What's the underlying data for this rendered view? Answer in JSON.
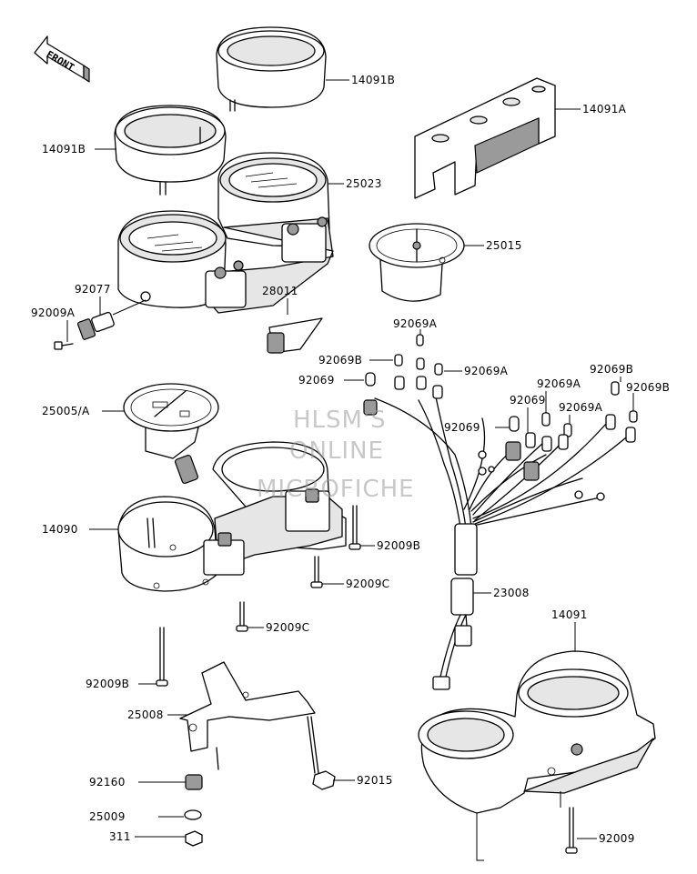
{
  "front_label": "FRONT",
  "watermark": [
    "HLSM'S",
    "ONLINE",
    "MICROFICHE"
  ],
  "parts": {
    "p14091B_top": "14091B",
    "p14091A": "14091A",
    "p14091B_left": "14091B",
    "p25023": "25023",
    "p25015": "25015",
    "p92077": "92077",
    "p92009A_left": "92009A",
    "p28011": "28011",
    "p92069A_a": "92069A",
    "p92069B_a": "92069B",
    "p92069_a": "92069",
    "p92069A_b": "92069A",
    "p92069A_c": "92069A",
    "p92069B_b": "92069B",
    "p92069_b": "92069",
    "p92069A_d": "92069A",
    "p92069B_c": "92069B",
    "p92069_c": "92069",
    "p25005A": "25005/A",
    "p14090": "14090",
    "p92009B_a": "92009B",
    "p92009C_a": "92009C",
    "p92009C_b": "92009C",
    "p23008": "23008",
    "p14091": "14091",
    "p92009B_b": "92009B",
    "p25008": "25008",
    "p92160": "92160",
    "p92015": "92015",
    "p25009": "25009",
    "p311": "311",
    "p92009": "92009"
  }
}
